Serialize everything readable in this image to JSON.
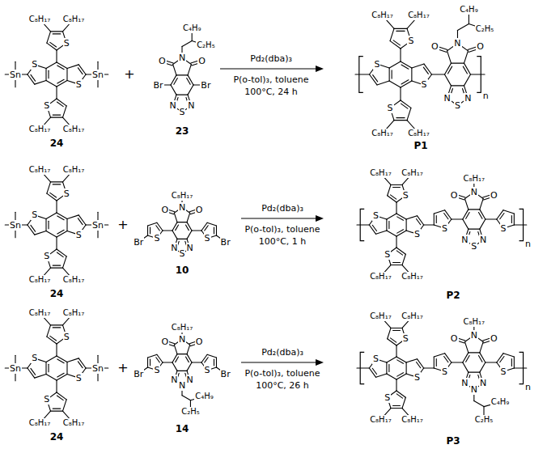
{
  "diagram": {
    "labels": [
      "S",
      "S",
      "S",
      "C₈H₁₇",
      "C₈H₁₇",
      "S",
      "C₈H₁₇",
      "C₈H₁₇",
      "Sn",
      "Sn",
      "24",
      "+",
      "O",
      "N",
      "O",
      "C₄H₉",
      "C₂H₅",
      "N",
      "S",
      "N",
      "Br",
      "Br",
      "23",
      "Pd₂(dba)₃",
      "P(o-tol)₃, toluene",
      "100°C, 24 h",
      "S",
      "S",
      "S",
      "C₈H₁₇",
      "C₈H₁₇",
      "S",
      "C₈H₁₇",
      "C₈H₁₇",
      "O",
      "N",
      "O",
      "C₄H₉",
      "C₂H₅",
      "N",
      "S",
      "N",
      "n",
      "P1",
      "S",
      "S",
      "S",
      "C₈H₁₇",
      "C₈H₁₇",
      "S",
      "C₈H₁₇",
      "C₈H₁₇",
      "Sn",
      "Sn",
      "24",
      "+",
      "O",
      "N",
      "O",
      "C₈H₁₇",
      "N",
      "S",
      "N",
      "S",
      "S",
      "Br",
      "Br",
      "10",
      "Pd₂(dba)₃",
      "P(o-tol)₃, toluene",
      "100°C, 1 h",
      "S",
      "S",
      "S",
      "C₈H₁₇",
      "C₈H₁₇",
      "S",
      "C₈H₁₇",
      "C₈H₁₇",
      "O",
      "N",
      "O",
      "C₈H₁₇",
      "N",
      "S",
      "N",
      "S",
      "S",
      "n",
      "P2",
      "S",
      "S",
      "S",
      "C₈H₁₇",
      "C₈H₁₇",
      "S",
      "C₈H₁₇",
      "C₈H₁₇",
      "Sn",
      "Sn",
      "24",
      "+",
      "O",
      "N",
      "O",
      "C₈H₁₇",
      "N",
      "N",
      "N",
      "C₄H₉",
      "C₂H₅",
      "S",
      "S",
      "Br",
      "Br",
      "14",
      "Pd₂(dba)₃",
      "P(o-tol)₃, toluene",
      "100°C, 26 h",
      "S",
      "S",
      "S",
      "C₈H₁₇",
      "C₈H₁₇",
      "S",
      "C₈H₁₇",
      "C₈H₁₇",
      "O",
      "N",
      "O",
      "C₈H₁₇",
      "N",
      "N",
      "N",
      "C₄H₉",
      "C₂H₅",
      "S",
      "S",
      "n",
      "P3"
    ]
  }
}
